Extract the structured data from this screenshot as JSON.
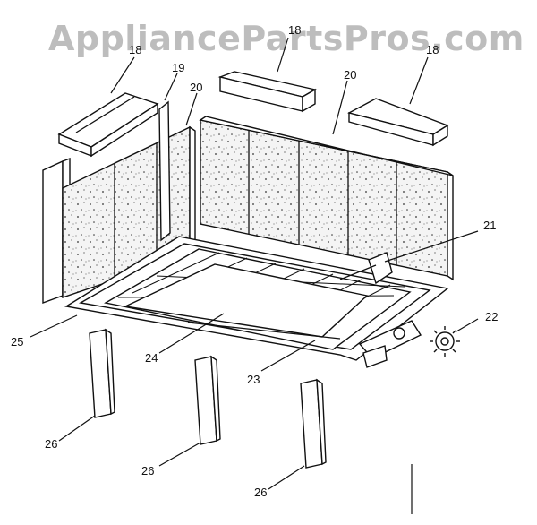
{
  "watermark": "AppliancePartsPros.com",
  "callouts": {
    "c18_left": "18",
    "c18_mid": "18",
    "c18_right": "18",
    "c19": "19",
    "c20_left": "20",
    "c20_right": "20",
    "c21": "21",
    "c22": "22",
    "c23": "23",
    "c24": "24",
    "c25": "25",
    "c26_a": "26",
    "c26_b": "26",
    "c26_c": "26"
  }
}
